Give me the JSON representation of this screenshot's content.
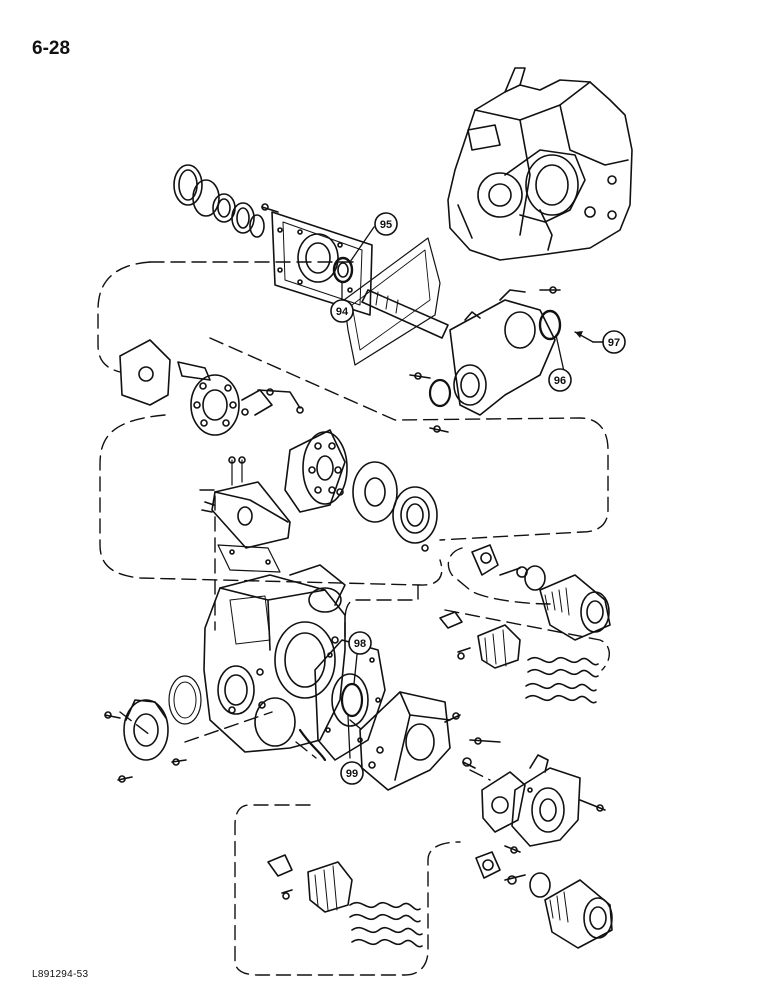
{
  "page": {
    "number": "6-28",
    "figure_code": "L891294-53"
  },
  "callouts": [
    {
      "label": "95",
      "id": "callout-95"
    },
    {
      "label": "94",
      "id": "callout-94"
    },
    {
      "label": "97",
      "id": "callout-97"
    },
    {
      "label": "96",
      "id": "callout-96"
    },
    {
      "label": "98",
      "id": "callout-98"
    },
    {
      "label": "99",
      "id": "callout-99"
    }
  ]
}
